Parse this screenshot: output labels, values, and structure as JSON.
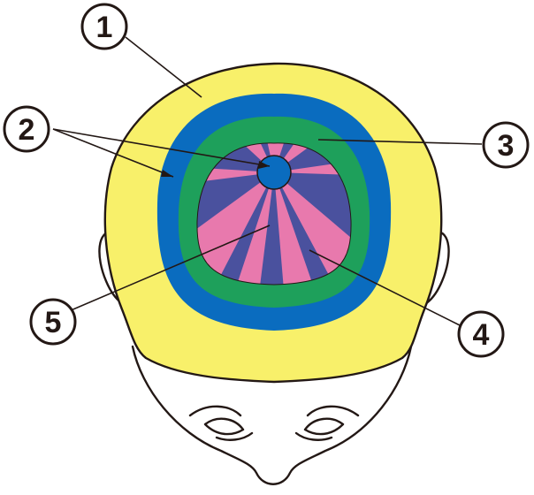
{
  "colors": {
    "zone1": "#f8f06a",
    "zone2": "#0a6cbf",
    "zone3": "#1ea05b",
    "zone4": "#e879ad",
    "zone5": "#4a519e",
    "outline": "#231815"
  },
  "callouts": [
    {
      "id": "1",
      "label": "1"
    },
    {
      "id": "2",
      "label": "2"
    },
    {
      "id": "3",
      "label": "3"
    },
    {
      "id": "4",
      "label": "4"
    },
    {
      "id": "5",
      "label": "5"
    }
  ]
}
